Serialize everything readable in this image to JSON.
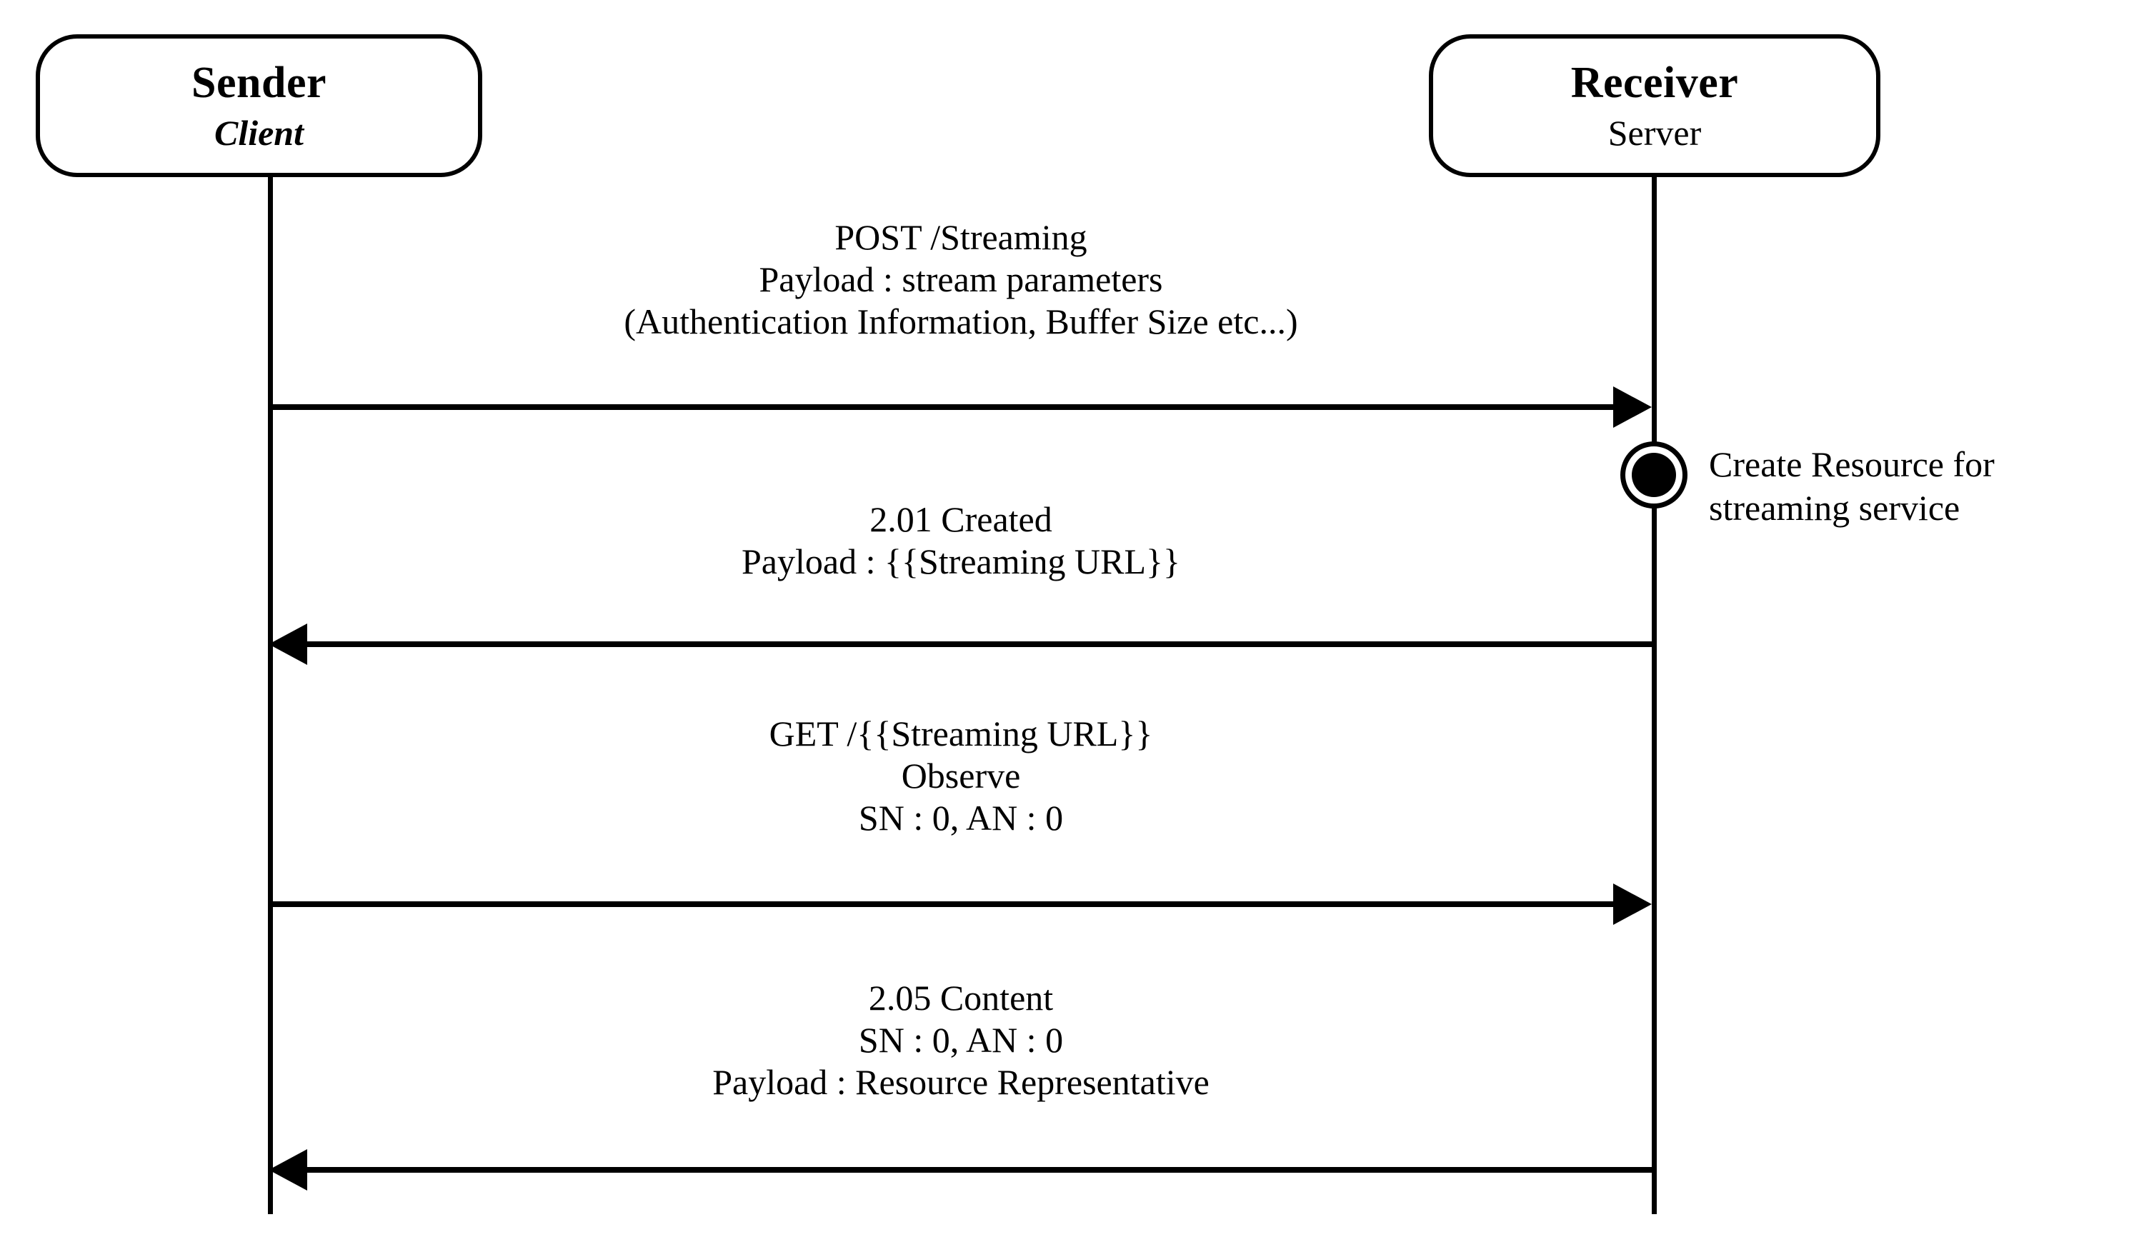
{
  "diagram": {
    "type": "uml-sequence-diagram",
    "background_color": "#ffffff",
    "stroke_color": "#000000"
  },
  "participants": [
    {
      "id": "sender",
      "title": "Sender",
      "subtitle": "Client",
      "subtitle_style": "bold-italic"
    },
    {
      "id": "receiver",
      "title": "Receiver",
      "subtitle": "Server",
      "subtitle_style": "regular"
    }
  ],
  "messages": [
    {
      "id": "msg-1",
      "direction": "right",
      "from": "sender",
      "to": "receiver",
      "lines": [
        "POST /Streaming",
        "Payload : stream parameters",
        "(Authentication Information, Buffer Size etc...)"
      ]
    },
    {
      "id": "msg-2",
      "direction": "left",
      "from": "receiver",
      "to": "sender",
      "lines": [
        "2.01 Created",
        "Payload : {{Streaming URL}}"
      ]
    },
    {
      "id": "msg-3",
      "direction": "right",
      "from": "sender",
      "to": "receiver",
      "lines": [
        "GET /{{Streaming URL}}",
        "Observe",
        "SN : 0, AN : 0"
      ]
    },
    {
      "id": "msg-4",
      "direction": "left",
      "from": "receiver",
      "to": "sender",
      "lines": [
        "2.05 Content",
        "SN : 0, AN : 0",
        "Payload : Resource Representative"
      ]
    }
  ],
  "annotations": [
    {
      "id": "note-create-resource",
      "attached_to": "receiver",
      "marker": "filled-state-circle",
      "lines": [
        "Create Resource for",
        "streaming service"
      ]
    }
  ]
}
